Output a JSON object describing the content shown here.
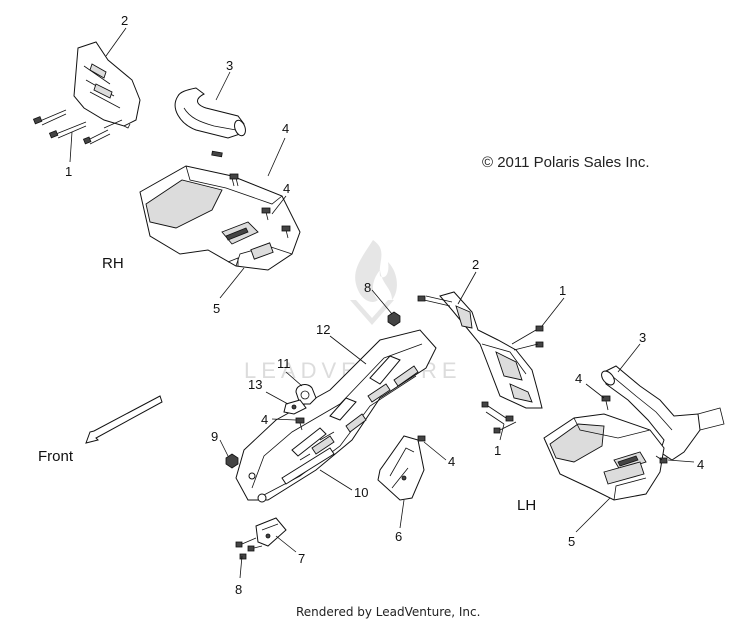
{
  "copyright": "© 2011 Polaris Sales Inc.",
  "footer": "Rendered by LeadVenture, Inc.",
  "watermark": "LEADVENTURE",
  "side_labels": {
    "rh": "RH",
    "lh": "LH",
    "front": "Front"
  },
  "callouts": {
    "rh_2": "2",
    "rh_3": "3",
    "rh_1": "1",
    "rh_4a": "4",
    "rh_4b": "4",
    "rh_5": "5",
    "c_8a": "8",
    "c_12": "12",
    "c_11": "11",
    "c_13": "13",
    "c_4": "4",
    "c_9": "9",
    "c_10": "10",
    "c_7": "7",
    "c_8b": "8",
    "c_6": "6",
    "c_4b": "4",
    "lh_2": "2",
    "lh_1a": "1",
    "lh_1b": "1",
    "lh_3": "3",
    "lh_4a": "4",
    "lh_4b": "4",
    "lh_5": "5"
  },
  "icons": {
    "front_arrow": "arrow-down-left-icon",
    "watermark_logo": "flame-logo-icon"
  }
}
